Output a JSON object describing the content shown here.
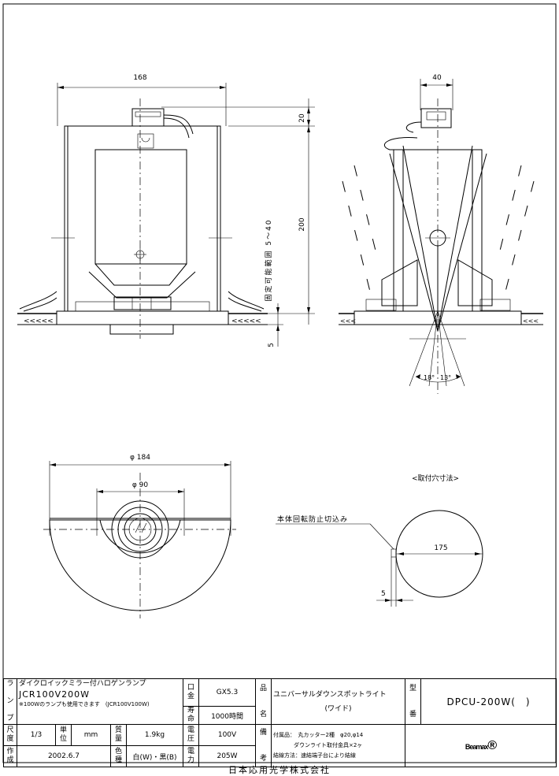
{
  "dimensions": {
    "front_width": "168",
    "side_width": "40",
    "top_offset": "20",
    "height": "200",
    "bottom_offset": "5",
    "adjust_range": "固定可能範囲 5～40",
    "phi184": "φ 184",
    "phi90": "φ 90",
    "cut_size": "175",
    "notch_offset": "5",
    "angle_left": "18°",
    "angle_right": "13°"
  },
  "labels": {
    "cutout_title": "<取付穴寸法>",
    "notch_label": "本体回転防止切込み"
  },
  "title_block": {
    "lamp_head": [
      "ラ",
      "ン",
      "プ"
    ],
    "lamp_type": "ダイクロイックミラー付ハロゲンランプ",
    "lamp_model": "JCR100V200W",
    "lamp_note": "※100Wのランプも使用できます　(JCR100V100W)",
    "base_label": [
      "口",
      "金"
    ],
    "base_value": "GX5.3",
    "life_label": [
      "寿",
      "命"
    ],
    "life_value": "1000時間",
    "name_label": [
      "品",
      "名"
    ],
    "product_name": "ユニバーサルダウンスポットライト",
    "product_sub": "(ワイド)",
    "number_label": [
      "型",
      "番"
    ],
    "model_number": "DPCU-200W(　)",
    "scale_label": [
      "尺",
      "度"
    ],
    "scale_value": "1/3",
    "unit_label": [
      "単",
      "位"
    ],
    "unit_value": "mm",
    "weight_label": [
      "質",
      "量"
    ],
    "weight_value": "1.9kg",
    "voltage_label": [
      "電",
      "圧"
    ],
    "voltage_value": "100V",
    "remarks_label": [
      "備",
      "考"
    ],
    "accessory": "付属品：　丸カッター2種　φ20,φ14",
    "accessory2": "ダウンライト取付金具×2ヶ",
    "wiring": "結線方法：速結端子台により結線",
    "date_label": [
      "作",
      "成"
    ],
    "date_value": "2002.6.7",
    "color_label": [
      "色",
      "種"
    ],
    "color_value": "白(W)・黒(B)",
    "power_label": [
      "電",
      "力"
    ],
    "power_value": "205W",
    "brand": "Beamax",
    "brand_mark": "®"
  },
  "company": "日本応用光学株式会社"
}
